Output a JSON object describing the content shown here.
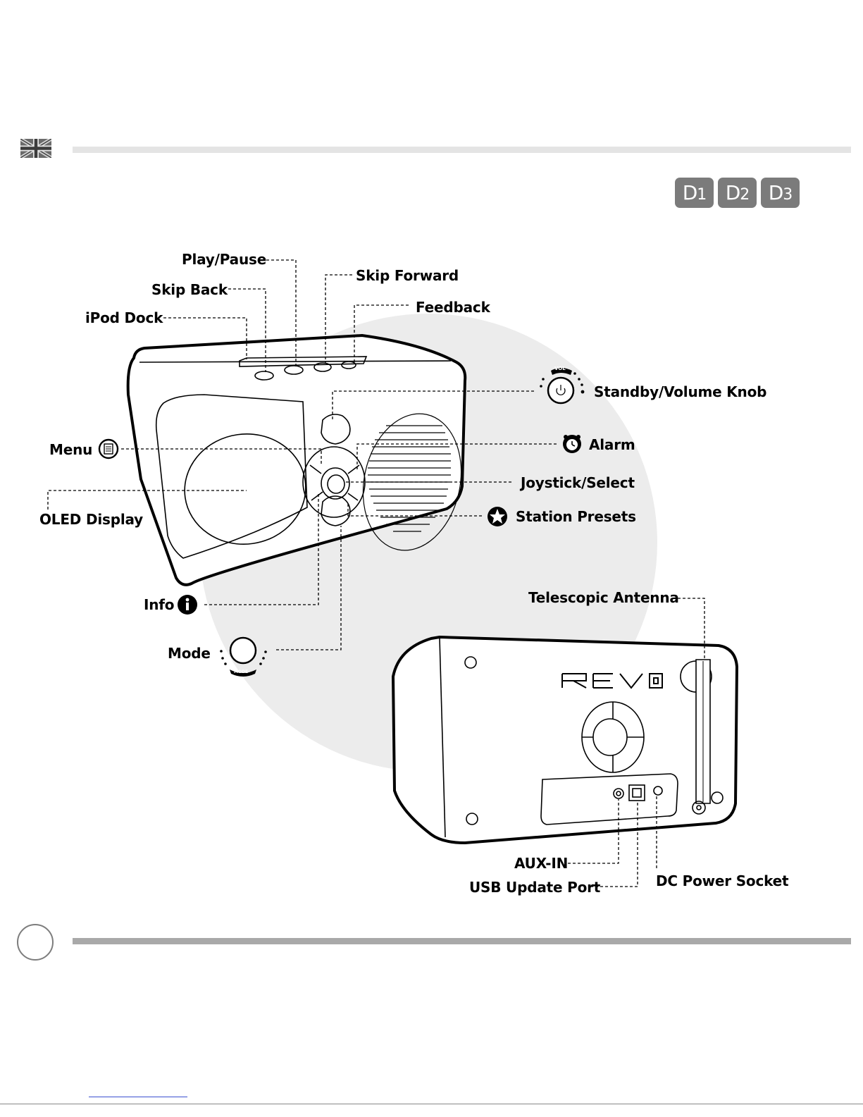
{
  "header": {
    "flag_icon": "uk-flag-icon",
    "model_badges": [
      {
        "letter": "D",
        "number": "1"
      },
      {
        "letter": "D",
        "number": "2"
      },
      {
        "letter": "D",
        "number": "3"
      }
    ]
  },
  "labels": {
    "play_pause": "Play/Pause",
    "skip_back": "Skip Back",
    "skip_forward": "Skip Forward",
    "ipod_dock": "iPod Dock",
    "feedback": "Feedback",
    "standby_volume": "Standby/Volume Knob",
    "menu": "Menu",
    "alarm": "Alarm",
    "joystick": "Joystick/Select",
    "oled": "OLED Display",
    "presets": "Station Presets",
    "info": "Info",
    "telescopic_antenna": "Telescopic Antenna",
    "mode": "Mode",
    "aux_in": "AUX-IN",
    "usb_port": "USB Update Port",
    "dc_power": "DC Power Socket"
  },
  "knob_text": {
    "vol": "VOL",
    "mode": "MODE"
  },
  "brand_logo": "REVO",
  "colors": {
    "rule_top": "#e4e4e4",
    "rule_bottom": "#a9a9a9",
    "badge": "#7b7b7b",
    "backdrop_circle": "#ececec"
  }
}
